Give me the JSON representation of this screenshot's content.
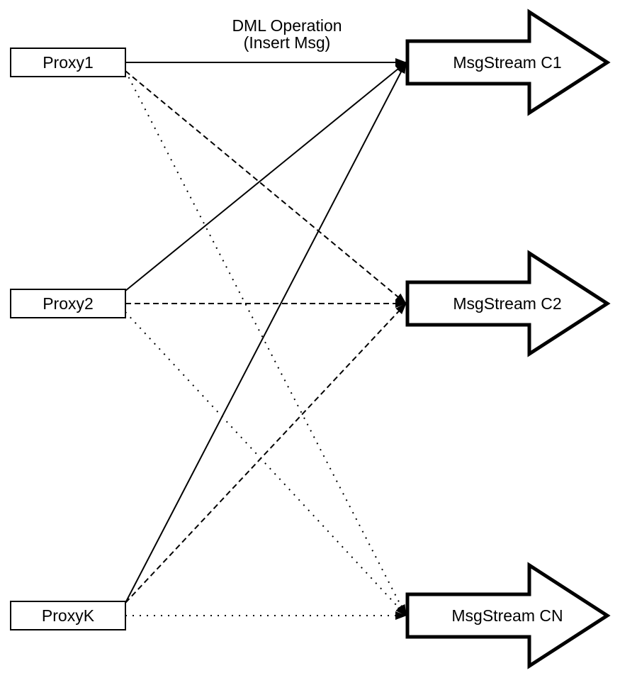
{
  "diagram": {
    "title": {
      "line1": "DML Operation",
      "line2": "(Insert Msg)"
    },
    "proxies": [
      {
        "id": "proxy1",
        "label": "Proxy1"
      },
      {
        "id": "proxy2",
        "label": "Proxy2"
      },
      {
        "id": "proxyk",
        "label": "ProxyK"
      }
    ],
    "streams": [
      {
        "id": "c1",
        "label": "MsgStream C1"
      },
      {
        "id": "c2",
        "label": "MsgStream C2"
      },
      {
        "id": "cn",
        "label": "MsgStream CN"
      }
    ],
    "connections": [
      {
        "from": "proxy1",
        "to": "c1",
        "style": "solid"
      },
      {
        "from": "proxy1",
        "to": "c2",
        "style": "dashed"
      },
      {
        "from": "proxy1",
        "to": "cn",
        "style": "dotted"
      },
      {
        "from": "proxy2",
        "to": "c1",
        "style": "solid"
      },
      {
        "from": "proxy2",
        "to": "c2",
        "style": "dashed"
      },
      {
        "from": "proxy2",
        "to": "cn",
        "style": "dotted"
      },
      {
        "from": "proxyk",
        "to": "c1",
        "style": "solid"
      },
      {
        "from": "proxyk",
        "to": "c2",
        "style": "dashed"
      },
      {
        "from": "proxyk",
        "to": "cn",
        "style": "dotted"
      }
    ],
    "colors": {
      "stroke": "#000000",
      "fill": "#ffffff",
      "background": "#ffffff"
    }
  }
}
